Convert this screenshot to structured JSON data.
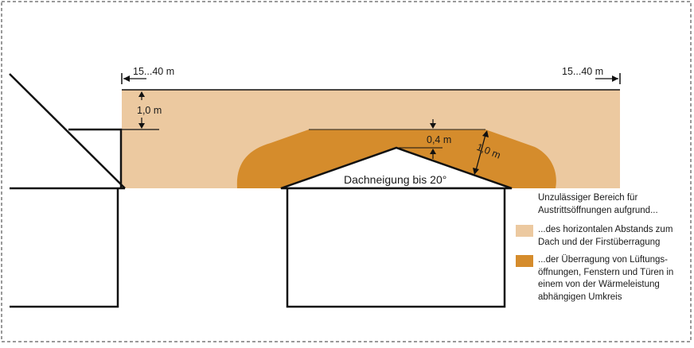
{
  "labels": {
    "setback_left": "15...40 m",
    "setback_right": "15...40 m",
    "height_left": "1,0 m",
    "height_ridge": "0,4 m",
    "radius": "1,0 m",
    "roof_slope": "Dachneigung bis 20°"
  },
  "legend": {
    "title": "Unzulässiger Bereich für Austrittsöffnungen aufgrund...",
    "items": [
      {
        "text": "...des horizontalen Abstands zum Dach und der Firstüberragung",
        "color": "#ecc9a0"
      },
      {
        "text": "...der Überragung von Lüftungs-öffnungen, Fenstern und Türen in einem von der Wärmeleistung abhängigen Umkreis",
        "color": "#d58c2c"
      }
    ]
  },
  "colors": {
    "zone_light": "#ecc9a0",
    "zone_dark": "#d58c2c",
    "line": "#111111",
    "frame": "#333333"
  }
}
